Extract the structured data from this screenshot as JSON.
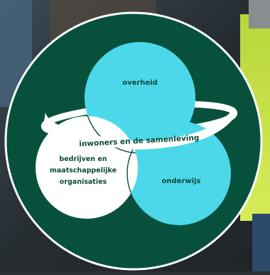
{
  "diagram": {
    "circles": {
      "top": "overheid",
      "left_line1": "bedrijven en",
      "left_line2": "maatschappelijke",
      "left_line3": "organisaties",
      "right": "onderwijs"
    },
    "ring_label": "inwoners en de samenleving"
  },
  "colors": {
    "background_disc": "#07513c",
    "disc_border": "#ffffff",
    "cyan": "#4dd8ea",
    "white": "#ffffff",
    "text": "#0b4a3a"
  }
}
